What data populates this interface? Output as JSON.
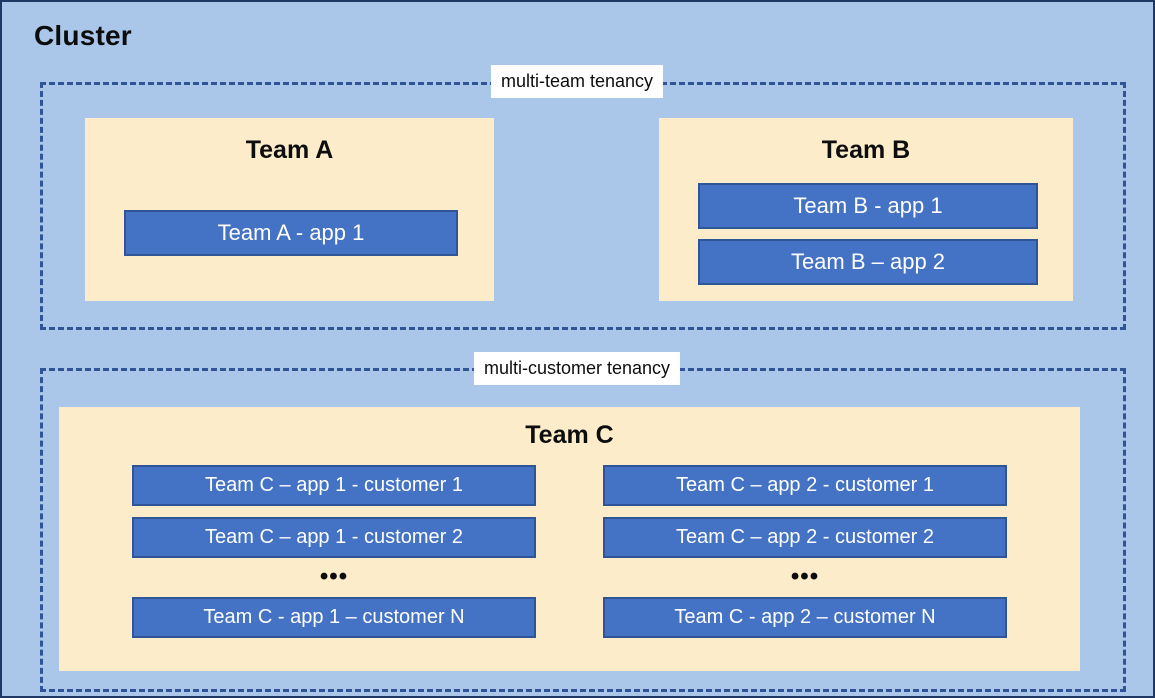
{
  "diagram": {
    "title": "Cluster",
    "colors": {
      "cluster_background": "#aac7e9",
      "cluster_border": "#1f3864",
      "tenancy_dashed_border": "#2f5597",
      "team_box_fill": "#fcecca",
      "app_box_fill": "#4472c4",
      "app_box_border": "#2f5597",
      "app_box_text": "#ffffff",
      "label_background": "#ffffff",
      "text": "#0d0d0d"
    },
    "groups": [
      {
        "id": "multi-team",
        "label": "multi-team tenancy",
        "teams": [
          {
            "id": "team-a",
            "title": "Team A",
            "apps": [
              {
                "label": "Team A - app 1"
              }
            ]
          },
          {
            "id": "team-b",
            "title": "Team B",
            "apps": [
              {
                "label": "Team B - app 1"
              },
              {
                "label": "Team B – app 2"
              }
            ]
          }
        ]
      },
      {
        "id": "multi-customer",
        "label": "multi-customer tenancy",
        "teams": [
          {
            "id": "team-c",
            "title": "Team C",
            "columns": [
              {
                "id": "team-c-app-1",
                "apps": [
                  {
                    "label": "Team C – app 1 - customer 1"
                  },
                  {
                    "label": "Team C – app 1 - customer 2"
                  }
                ],
                "ellipsis": "•••",
                "last_app": {
                  "label": "Team C - app 1 – customer N"
                }
              },
              {
                "id": "team-c-app-2",
                "apps": [
                  {
                    "label": "Team C – app 2 - customer 1"
                  },
                  {
                    "label": "Team C – app 2 - customer 2"
                  }
                ],
                "ellipsis": "•••",
                "last_app": {
                  "label": "Team C - app 2 – customer N"
                }
              }
            ]
          }
        ]
      }
    ]
  }
}
